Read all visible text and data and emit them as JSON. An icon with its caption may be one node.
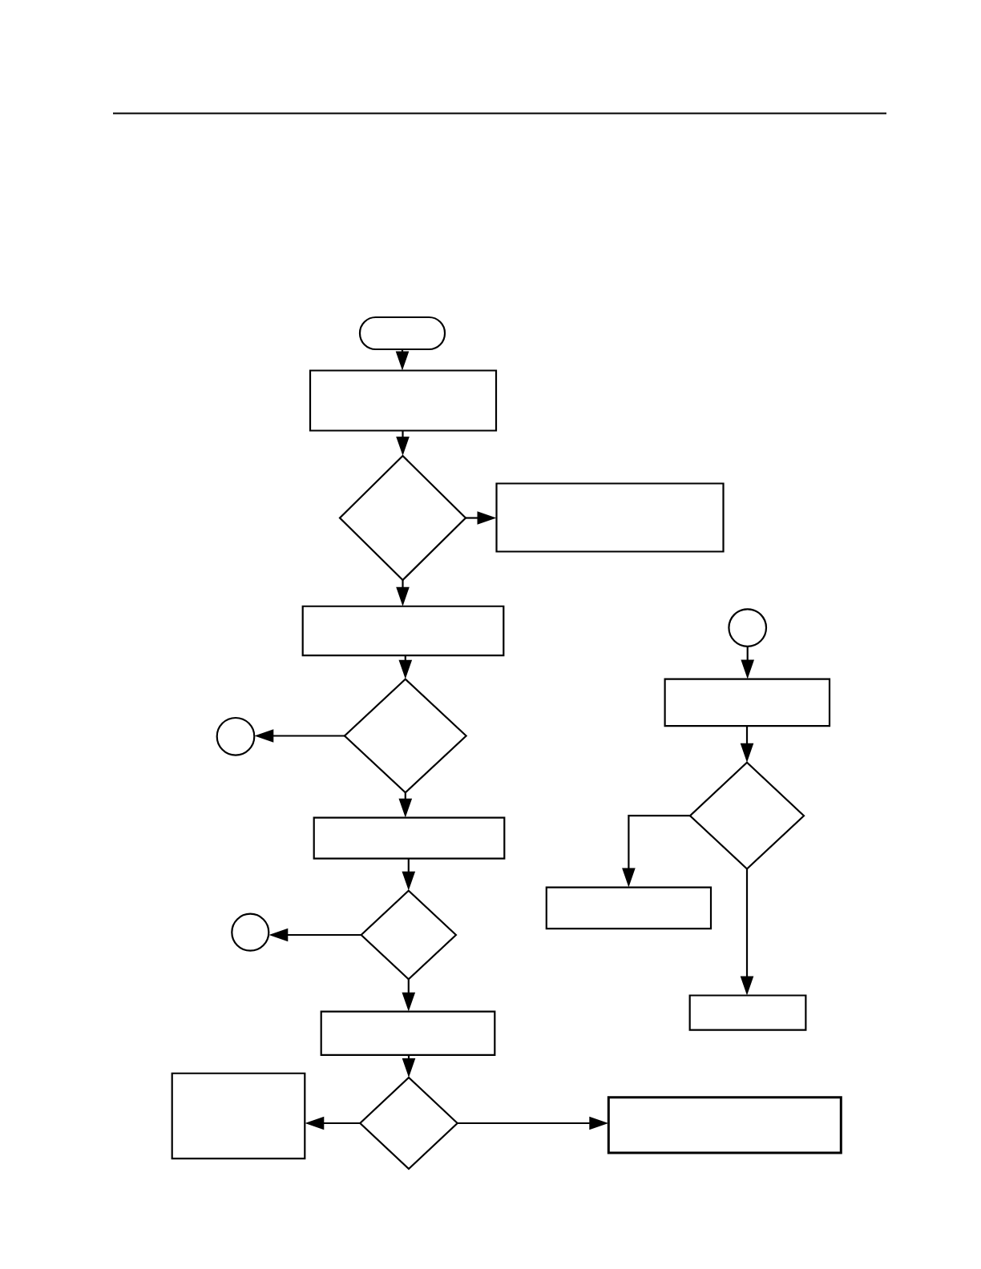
{
  "diagram": {
    "nodes": [
      {
        "text": [],
        "shape": "oval"
      },
      {
        "text": [],
        "shape": "box"
      },
      {
        "text": [],
        "shape": "diamond"
      },
      {
        "text": [],
        "shape": "box"
      },
      {
        "text": [],
        "shape": "box"
      },
      {
        "text": [],
        "shape": "circle"
      },
      {
        "text": [],
        "shape": "box"
      },
      {
        "text": [],
        "shape": "diamond"
      },
      {
        "text": [],
        "shape": "circle"
      },
      {
        "text": [],
        "shape": "diamond"
      },
      {
        "text": [],
        "shape": "box"
      },
      {
        "text": [],
        "shape": "box"
      },
      {
        "text": [],
        "shape": "diamond"
      },
      {
        "text": [],
        "shape": "circle"
      },
      {
        "text": [],
        "shape": "box"
      },
      {
        "text": [],
        "shape": "box"
      },
      {
        "text": [],
        "shape": "box"
      },
      {
        "text": [],
        "shape": "diamond"
      },
      {
        "text": [],
        "shape": "box"
      }
    ],
    "edges": [
      {
        "from": 0,
        "to": 1,
        "arrow": "to"
      },
      {
        "from": 1,
        "to": 2,
        "arrow": "to"
      },
      {
        "from": 2,
        "to": 3,
        "arrow": "to"
      },
      {
        "from": 2,
        "to": 4,
        "arrow": "to"
      },
      {
        "from": 4,
        "to": 7,
        "arrow": "to"
      },
      {
        "from": 7,
        "to": 8,
        "arrow": "to"
      },
      {
        "from": 7,
        "to": 10,
        "arrow": "to"
      },
      {
        "from": 10,
        "to": 12,
        "arrow": "to"
      },
      {
        "from": 12,
        "to": 13,
        "arrow": "to"
      },
      {
        "from": 12,
        "to": 15,
        "arrow": "to"
      },
      {
        "from": 15,
        "to": 17,
        "arrow": "to"
      },
      {
        "from": 17,
        "to": 16,
        "arrow": "to"
      },
      {
        "from": 17,
        "to": 18,
        "arrow": "to"
      },
      {
        "from": 5,
        "to": 6,
        "arrow": "to"
      },
      {
        "from": 6,
        "to": 9,
        "arrow": "to"
      },
      {
        "from": 9,
        "to": 11,
        "arrow": "to"
      },
      {
        "from": 9,
        "to": 14,
        "arrow": "to"
      }
    ]
  }
}
